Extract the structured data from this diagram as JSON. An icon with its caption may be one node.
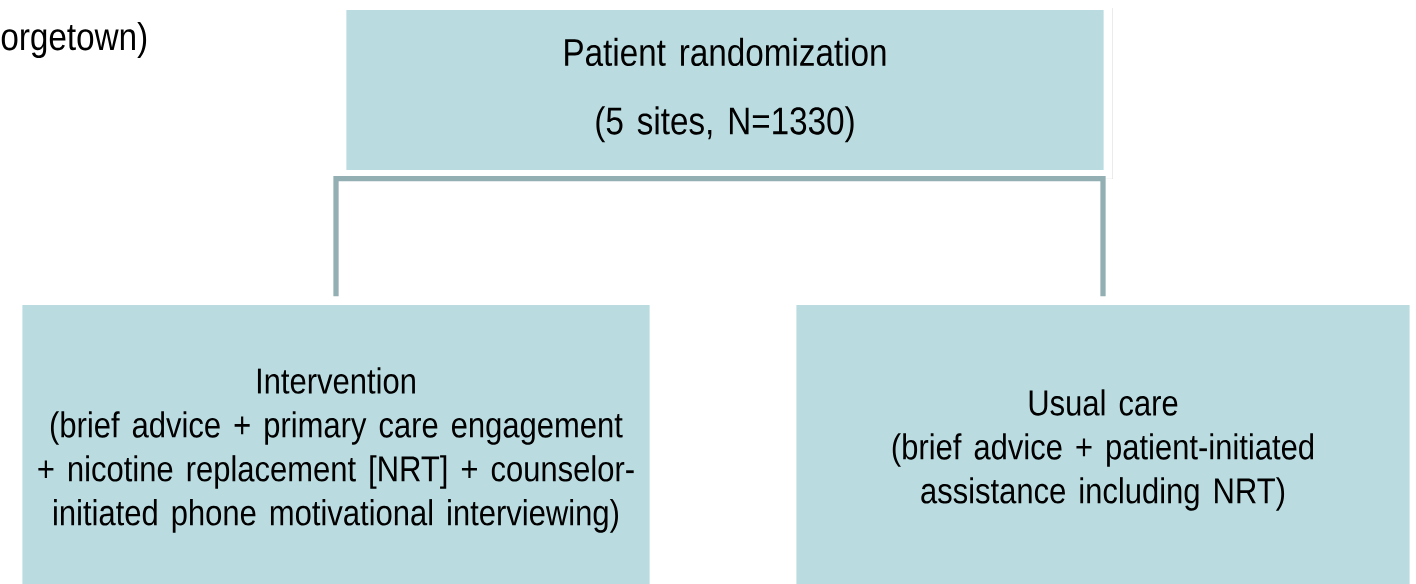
{
  "diagram": {
    "nodes": [
      {
        "text": [
          "Patient randomization",
          "(5 sites, N=1330)"
        ]
      },
      {
        "text": [
          "Intervention",
          "(brief advice + primary care engagement + nicotine replacement [NRT] + counselor-initiated phone motivational interviewing)"
        ]
      },
      {
        "text": [
          "Usual care",
          "(brief advice + patient-initiated assistance including NRT)"
        ]
      }
    ],
    "edges": [
      {
        "from": 0,
        "to": 1,
        "arrow": "none"
      },
      {
        "from": 0,
        "to": 2,
        "arrow": "none"
      }
    ],
    "labels": [
      "orgetown)"
    ]
  }
}
